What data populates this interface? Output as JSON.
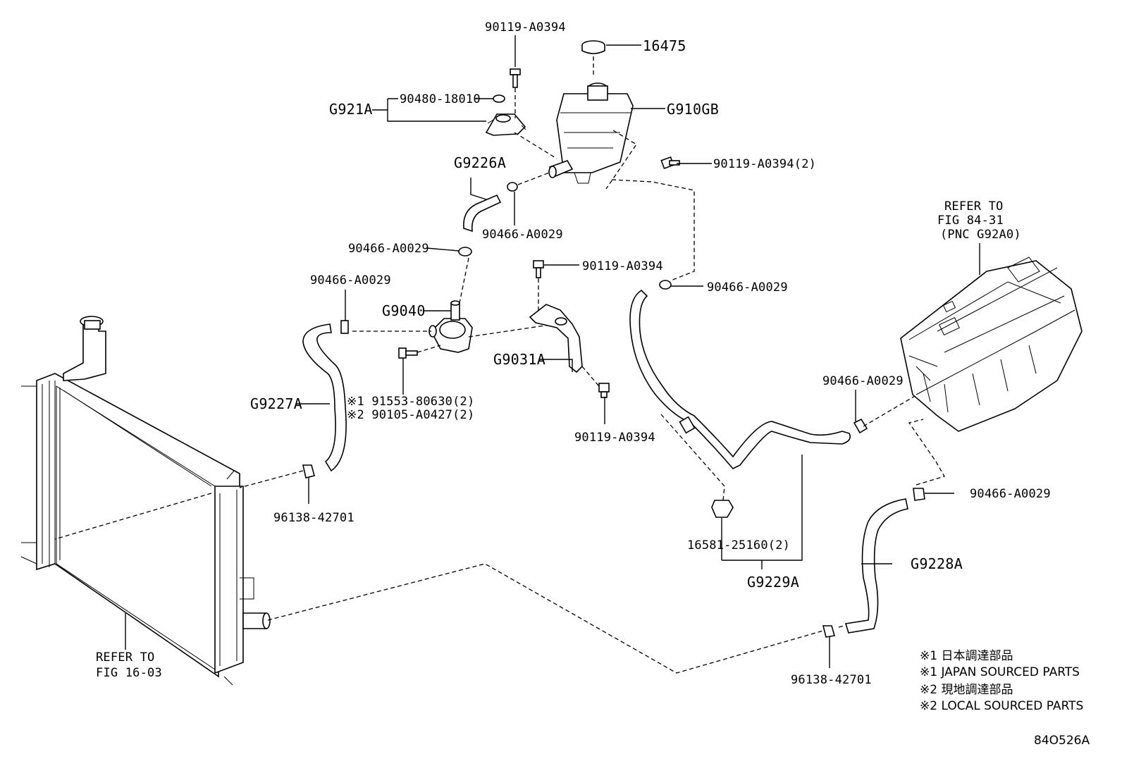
{
  "labels": {
    "p_90119_top": "90119-A0394",
    "p_16475": "16475",
    "p_g921a": "G921A",
    "p_90480": "90480-18010",
    "p_g910gb": "G910GB",
    "p_90119_2": "90119-A0394(2)",
    "p_g9226a": "G9226A",
    "p_90466_a": "90466-A0029",
    "p_90466_b": "90466-A0029",
    "p_90119_mid": "90119-A0394",
    "p_90466_c": "90466-A0029",
    "p_90466_d": "90466-A0029",
    "p_g9040": "G9040",
    "p_g9031a": "G9031A",
    "p_g9227a": "G9227A",
    "p_note1_part": "※1 91553-80630(2)",
    "p_note2_part": "※2 90105-A0427(2)",
    "p_90119_low": "90119-A0394",
    "p_96138_left": "96138-42701",
    "p_refer_fig84_1": "REFER TO",
    "p_refer_fig84_2": "FIG 84-31",
    "p_refer_fig84_3": "(PNC G92A0)",
    "p_90466_e": "90466-A0029",
    "p_90466_f": "90466-A0029",
    "p_16581": "16581-25160(2)",
    "p_g9229a": "G9229A",
    "p_g9228a": "G9228A",
    "p_96138_right": "96138-42701",
    "p_refer_fig16_1": "REFER TO",
    "p_refer_fig16_2": "FIG 16-03"
  },
  "notes": {
    "n1_jp": "※1 日本調達部品",
    "n1_en": "※1 JAPAN SOURCED PARTS",
    "n2_jp": "※2 現地調達部品",
    "n2_en": "※2 LOCAL SOURCED PARTS"
  },
  "figure_id": "84O526A"
}
